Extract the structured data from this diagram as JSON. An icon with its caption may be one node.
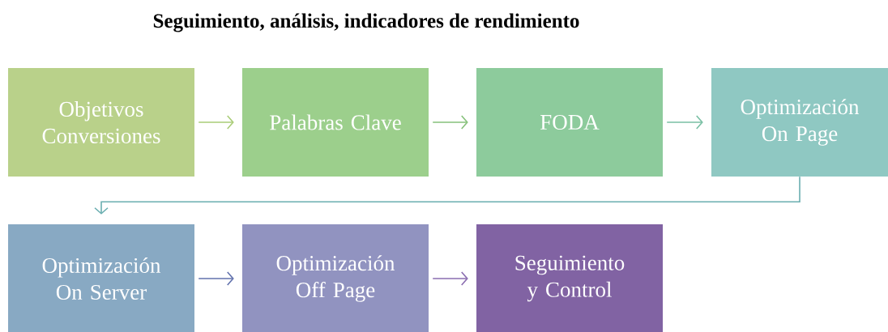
{
  "diagram": {
    "title": "Seguimiento, análisis, indicadores de rendimiento",
    "nodes": [
      {
        "text": [
          "Objetivos Conversiones"
        ]
      },
      {
        "text": [
          "Palabras Clave"
        ]
      },
      {
        "text": [
          "FODA"
        ]
      },
      {
        "text": [
          "Optimización On Page"
        ]
      },
      {
        "text": [
          "Optimización On Server"
        ]
      },
      {
        "text": [
          "Optimización Off Page"
        ]
      },
      {
        "text": [
          "Seguimiento y Control"
        ]
      }
    ],
    "edges": [
      {
        "from": 0,
        "to": 1,
        "arrow": "to",
        "color": "#a9cc77"
      },
      {
        "from": 1,
        "to": 2,
        "arrow": "to",
        "color": "#86c17a"
      },
      {
        "from": 2,
        "to": 3,
        "arrow": "to",
        "color": "#78bfa3"
      },
      {
        "from": 3,
        "to": 4,
        "arrow": "to",
        "color": "#6aaeb0"
      },
      {
        "from": 4,
        "to": 5,
        "arrow": "to",
        "color": "#6272ad"
      },
      {
        "from": 5,
        "to": 6,
        "arrow": "to",
        "color": "#8a6cb0"
      }
    ]
  }
}
